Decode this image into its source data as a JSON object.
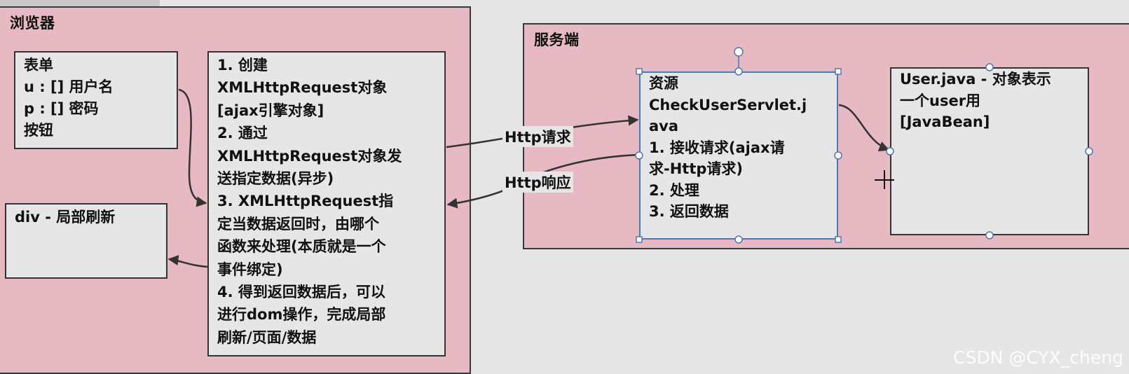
{
  "browser": {
    "title": "浏览器",
    "form_box": {
      "lines": [
        "表单",
        "u : [] 用户名",
        "p : [] 密码",
        "按钮"
      ]
    },
    "div_box": {
      "lines": [
        "div - 局部刷新"
      ]
    },
    "ajax_box": {
      "lines": [
        "1. 创建",
        "XMLHttpRequest对象",
        "[ajax引擎对象]",
        "2. 通过",
        "XMLHttpRequest对象发",
        "送指定数据(异步)",
        "3. XMLHttpRequest指",
        "定当数据返回时，由哪个",
        "函数来处理(本质就是一个",
        "事件绑定)",
        "4. 得到返回数据后，可以",
        "进行dom操作，完成局部",
        "刷新/页面/数据"
      ]
    }
  },
  "server": {
    "title": "服务端",
    "resource_box": {
      "lines": [
        "资源",
        "CheckUserServlet.j",
        "ava",
        "1. 接收请求(ajax请",
        "求-Http请求)",
        "2. 处理",
        "3. 返回数据"
      ]
    },
    "user_box": {
      "lines": [
        "User.java - 对象表示",
        "一个user用",
        "[JavaBean]"
      ]
    }
  },
  "arrows": {
    "request_label": "Http请求",
    "response_label": "Http响应"
  },
  "watermark": "CSDN @CYX_cheng",
  "colors": {
    "container_fill": "#e7b9c3",
    "box_fill": "#e6e6e6",
    "border": "#333333",
    "selection_blue": "#4a78b8"
  }
}
